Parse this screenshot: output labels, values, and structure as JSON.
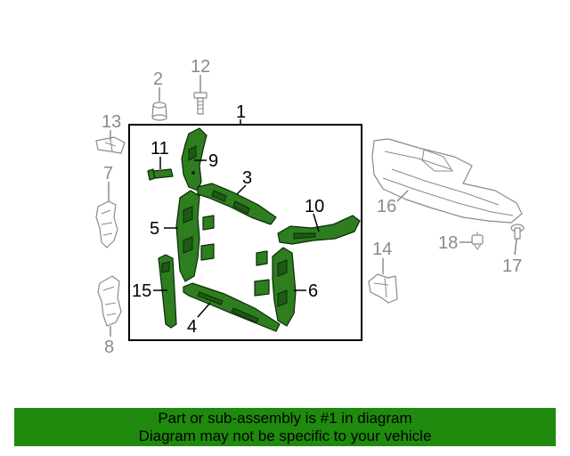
{
  "banner": {
    "line1": "Part or sub-assembly is #1 in diagram",
    "line2": "Diagram may not be specific to your vehicle"
  },
  "colors": {
    "highlight": "#2e7d1f",
    "other_parts": "#8a8a8a",
    "banner_bg": "#1f8a0d"
  },
  "callouts": {
    "c1": "1",
    "c2": "2",
    "c3": "3",
    "c4": "4",
    "c5": "5",
    "c6": "6",
    "c7": "7",
    "c8": "8",
    "c9": "9",
    "c10": "10",
    "c11": "11",
    "c12": "12",
    "c13": "13",
    "c14": "14",
    "c15": "15",
    "c16": "16",
    "c17": "17",
    "c18": "18"
  }
}
